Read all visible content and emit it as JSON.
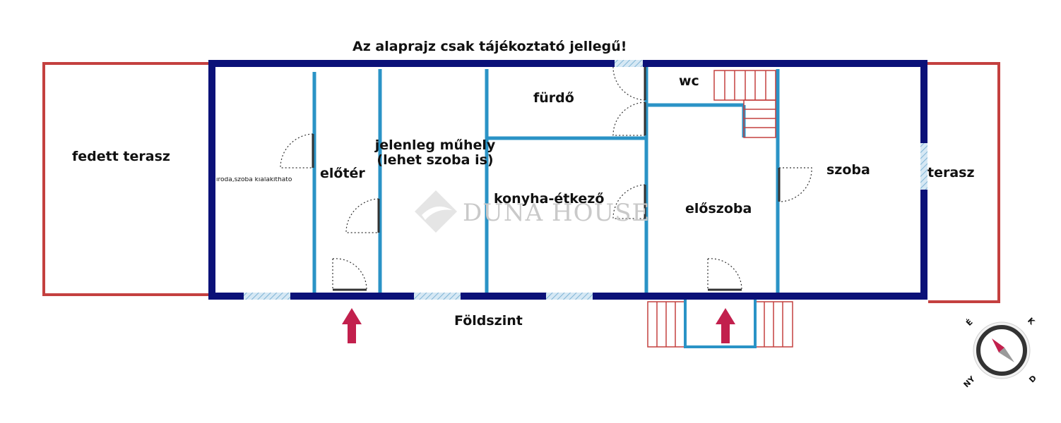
{
  "colors": {
    "outer_wall": "#0b1178",
    "inner_wall": "#2a93c6",
    "terrace": "#c4403f",
    "stairs": "#c4403f",
    "arrow": "#c2204d",
    "door": "#333333",
    "window": "#a9cfe6",
    "watermark": "#c9c9c9"
  },
  "notice": "Az alaprajz csak tájékoztató jellegű!",
  "floor": "Földszint",
  "rooms": {
    "fedett_terasz": "fedett terasz",
    "iroda": "iroda,szoba kialakítható",
    "eloter": "előtér",
    "muhely": "jelenleg műhely\n(lehet szoba is)",
    "furdo": "fürdő",
    "konyha": "konyha-étkező",
    "wc": "wc",
    "eloszoba": "előszoba",
    "szoba": "szoba",
    "terasz": "terasz"
  },
  "watermark": "DUNA HOUSE",
  "compass": {
    "n": "É",
    "e": "K",
    "s": "D",
    "w": "NY"
  }
}
